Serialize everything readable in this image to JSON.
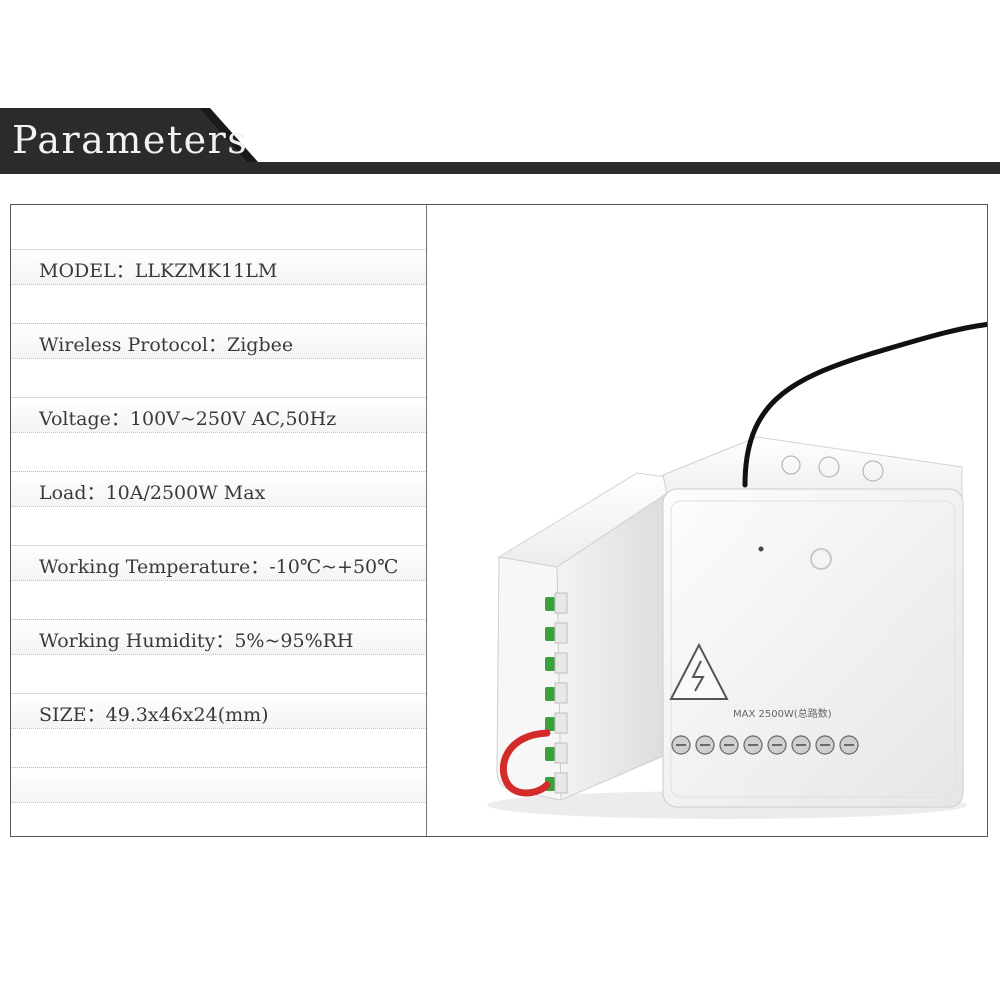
{
  "header": {
    "title": "Parameters"
  },
  "params": [
    {
      "label": "MODEL",
      "value": "LLKZMK11LM"
    },
    {
      "label": "Wireless Protocol",
      "value": "Zigbee"
    },
    {
      "label": "Voltage",
      "value": "100V~250V AC,50Hz"
    },
    {
      "label": "Load",
      "value": "10A/2500W Max"
    },
    {
      "label": "Working Temperature",
      "value": "-10℃~+50℃"
    },
    {
      "label": "Working Humidity",
      "value": "5%~95%RH"
    },
    {
      "label": "SIZE",
      "value": "49.3x46x24(mm)"
    }
  ],
  "separator": "：",
  "device": {
    "rating": "MAX 2500W(总路数)"
  },
  "colors": {
    "banner": "#2b2b2b",
    "row_border": "#9fc9e0",
    "text": "#3a3a3a"
  }
}
